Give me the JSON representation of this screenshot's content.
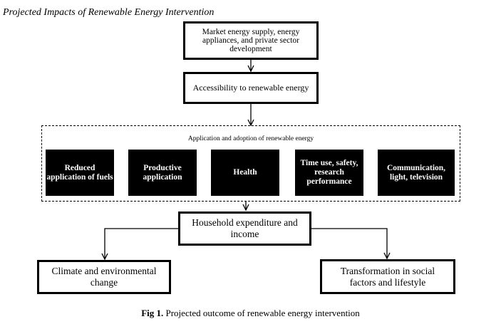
{
  "title": "Projected Impacts of Renewable Energy Intervention",
  "nodes": {
    "market": "Market energy supply, energy appliances, and private sector development",
    "access": "Accessibility to renewable energy",
    "group_label": "Application and adoption of renewable energy",
    "applications": [
      "Reduced application of fuels",
      "Productive application",
      "Health",
      "Time use, safety, research performance",
      "Communication, light, television"
    ],
    "household": "Household expenditure and income",
    "climate": "Climate and environmental change",
    "social": "Transformation in social factors and lifestyle"
  },
  "caption": {
    "prefix": "Fig 1.",
    "text": " Projected outcome of renewable energy intervention"
  }
}
